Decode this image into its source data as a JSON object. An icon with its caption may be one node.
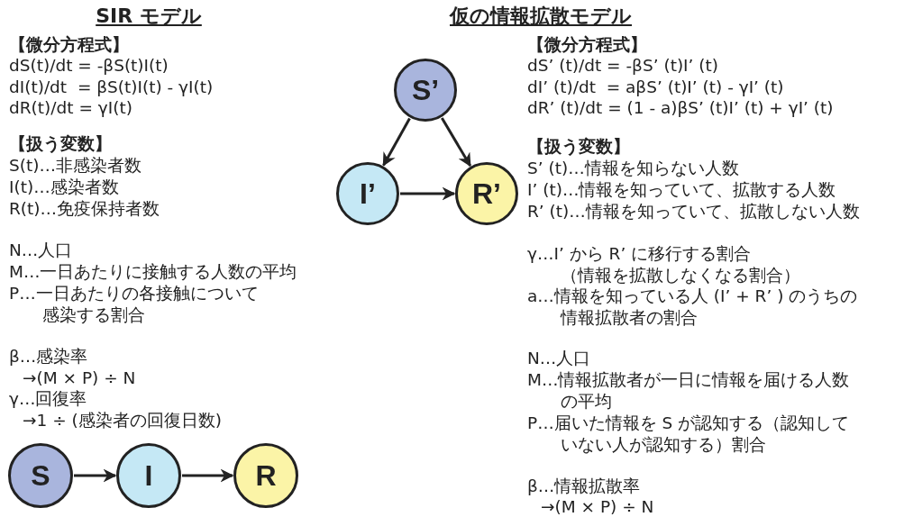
{
  "diagram": {
    "nodes": [
      {
        "text": [
          "S’"
        ]
      },
      {
        "text": [
          "I’"
        ]
      },
      {
        "text": [
          "R’"
        ]
      },
      {
        "text": [
          "S"
        ]
      },
      {
        "text": [
          "I"
        ]
      },
      {
        "text": [
          "R"
        ]
      }
    ],
    "edges": [
      {
        "from": 0,
        "to": 1,
        "arrow": "to"
      },
      {
        "from": 0,
        "to": 2,
        "arrow": "to"
      },
      {
        "from": 1,
        "to": 2,
        "arrow": "to"
      },
      {
        "from": 3,
        "to": 4,
        "arrow": "to"
      },
      {
        "from": 4,
        "to": 5,
        "arrow": "to"
      }
    ],
    "labels": [
      "SIR モデル",
      "仮の情報拡散モデル",
      "【微分方程式】",
      "dS(t)/dt = -βS(t)I(t)",
      "dI(t)/dt  = βS(t)I(t) - γI(t)",
      "dR(t)/dt = γI(t)",
      "【扱う変数】",
      "S(t)…非感染者数",
      "I(t)…感染者数",
      "R(t)…免疫保持者数",
      "N…人口",
      "M…一日あたりに接触する人数の平均",
      "P…一日あたりの各接触について感染する割合",
      "β…感染率",
      "→(M × P) ÷ N",
      "γ…回復率",
      "→1 ÷ (感染者の回復日数)",
      "【微分方程式】",
      "dS’ (t)/dt = -βS’ (t)I’ (t)",
      "dI’ (t)/dt  = aβS’ (t)I’ (t) - γI’ (t)",
      "dR’ (t)/dt = (1 - a)βS’ (t)I’ (t) + γI’ (t)",
      "【扱う変数】",
      "S’ (t)…情報を知らない人数",
      "I’ (t)…情報を知っていて、拡散する人数",
      "R’ (t)…情報を知っていて、拡散しない人数",
      "γ…I’ から R’ に移行する割合（情報を拡散しなくなる割合）",
      "a…情報を知っている人 (I’ + R’ ) のうちの情報拡散者の割合",
      "N…人口",
      "M…情報拡散者が一日に情報を届ける人数の平均",
      "P…届いた情報を S が認知する（認知していない人が認知する）割合",
      "β…情報拡散率",
      "→(M × P) ÷ N"
    ]
  }
}
